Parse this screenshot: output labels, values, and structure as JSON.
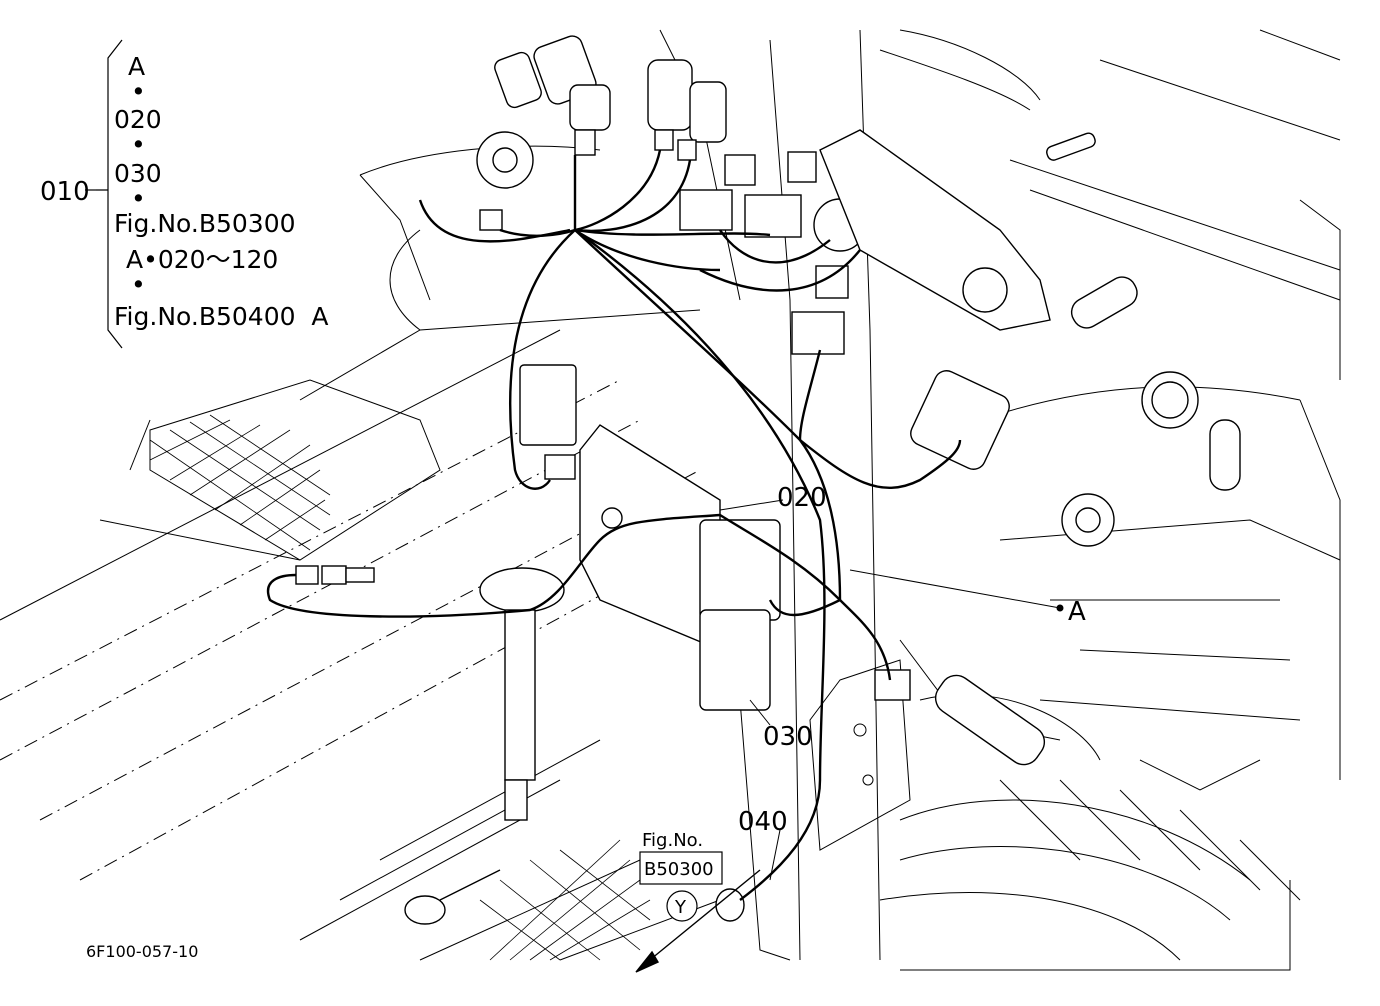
{
  "callout_block": {
    "parent_part": "010",
    "lines": [
      "A",
      "•",
      "020",
      "•",
      "030",
      "•",
      "Fig.No.B50300",
      "A•020～120",
      "•",
      "Fig.No.B50400  A"
    ]
  },
  "part_labels": {
    "p020": "020",
    "p030": "030",
    "p040": "040",
    "pointA": "A"
  },
  "figure_ref": {
    "line1": "Fig.No.",
    "line2": "B50300",
    "circle": "Y"
  },
  "drawing_code": "6F100-057-10",
  "colors": {
    "line": "#000000",
    "background": "#ffffff"
  }
}
